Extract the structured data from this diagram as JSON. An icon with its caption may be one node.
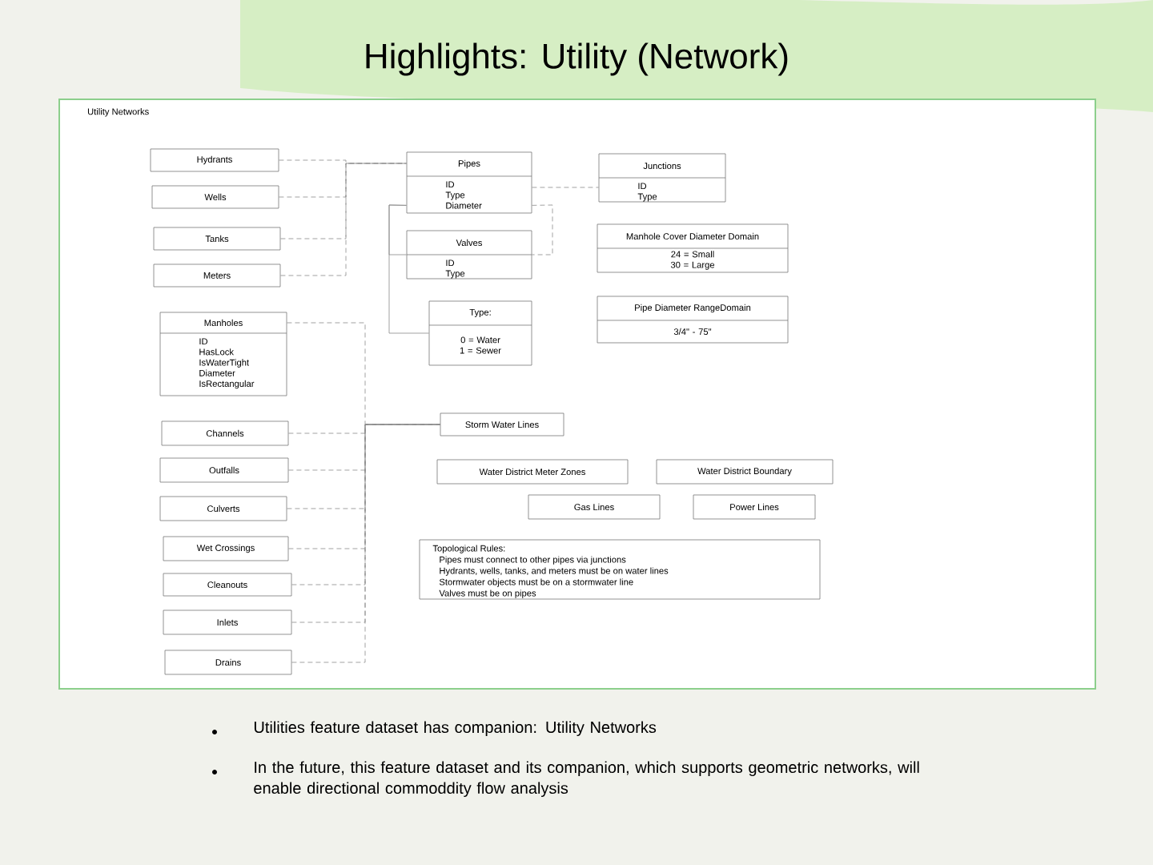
{
  "diagram": {
    "title": "Highlights: Utility (Network)",
    "nodes": [
      {
        "text": [
          "Utility Networks"
        ]
      },
      {
        "text": [
          "Hydrants"
        ],
        "in": 0
      },
      {
        "text": [
          "Wells"
        ],
        "in": 0
      },
      {
        "text": [
          "Tanks"
        ],
        "in": 0
      },
      {
        "text": [
          "Meters"
        ],
        "in": 0
      },
      {
        "text": [
          "Pipes",
          "ID Type Diameter"
        ],
        "in": 0
      },
      {
        "text": [
          "Junctions",
          "ID Type"
        ],
        "in": 0
      },
      {
        "text": [
          "Valves",
          "ID Type"
        ],
        "in": 0
      },
      {
        "text": [
          "Manhole Cover Diameter Domain",
          "24 = Small 30 = Large"
        ],
        "in": 0
      },
      {
        "text": [
          "Type:",
          "0 = Water 1 = Sewer"
        ],
        "in": 0
      },
      {
        "text": [
          "Pipe Diameter RangeDomain",
          "3/4\" - 75\""
        ],
        "in": 0
      },
      {
        "text": [
          "Manholes",
          "ID HasLock IsWaterTight Diameter IsRectangular"
        ],
        "in": 0
      },
      {
        "text": [
          "Channels"
        ],
        "in": 0
      },
      {
        "text": [
          "Outfalls"
        ],
        "in": 0
      },
      {
        "text": [
          "Culverts"
        ],
        "in": 0
      },
      {
        "text": [
          "Wet Crossings"
        ],
        "in": 0
      },
      {
        "text": [
          "Cleanouts"
        ],
        "in": 0
      },
      {
        "text": [
          "Inlets"
        ],
        "in": 0
      },
      {
        "text": [
          "Drains"
        ],
        "in": 0
      },
      {
        "text": [
          "Storm Water Lines"
        ],
        "in": 0
      },
      {
        "text": [
          "Water District Meter Zones"
        ],
        "in": 0
      },
      {
        "text": [
          "Water District Boundary"
        ],
        "in": 0
      },
      {
        "text": [
          "Gas Lines"
        ],
        "in": 0
      },
      {
        "text": [
          "Power Lines"
        ],
        "in": 0
      },
      {
        "text": [
          "Topological Rules:",
          "Pipes must connect to other pipes via junctions",
          "Hydrants, wells, tanks, and meters must be on water lines",
          "Stormwater objects must be on a stormwater line",
          "Valves must be on pipes"
        ],
        "in": 0
      }
    ],
    "edges": [
      {
        "from": 1,
        "to": 5,
        "arrow": "none",
        "style": "dashed"
      },
      {
        "from": 2,
        "to": 5,
        "arrow": "none",
        "style": "dashed"
      },
      {
        "from": 3,
        "to": 5,
        "arrow": "none",
        "style": "dashed"
      },
      {
        "from": 4,
        "to": 5,
        "arrow": "none",
        "style": "dashed"
      },
      {
        "from": 5,
        "to": 6,
        "arrow": "none",
        "style": "dashed"
      },
      {
        "from": 5,
        "to": 7,
        "arrow": "none",
        "style": "dashed"
      },
      {
        "from": 5,
        "to": 7,
        "arrow": "none"
      },
      {
        "from": 5,
        "to": 9,
        "arrow": "none"
      },
      {
        "from": 11,
        "to": 19,
        "arrow": "none",
        "style": "dashed"
      },
      {
        "from": 12,
        "to": 19,
        "arrow": "none",
        "style": "dashed"
      },
      {
        "from": 13,
        "to": 19,
        "arrow": "none",
        "style": "dashed"
      },
      {
        "from": 14,
        "to": 19,
        "arrow": "none",
        "style": "dashed"
      },
      {
        "from": 15,
        "to": 19,
        "arrow": "none",
        "style": "dashed"
      },
      {
        "from": 16,
        "to": 19,
        "arrow": "none",
        "style": "dashed"
      },
      {
        "from": 17,
        "to": 19,
        "arrow": "none",
        "style": "dashed"
      },
      {
        "from": 18,
        "to": 19,
        "arrow": "none",
        "style": "dashed"
      }
    ],
    "labels": [
      "Utilities feature dataset has companion: Utility Networks",
      "In the future, this feature dataset and its companion, which supports geometric networks, will enable directional commoddity flow analysis"
    ]
  }
}
